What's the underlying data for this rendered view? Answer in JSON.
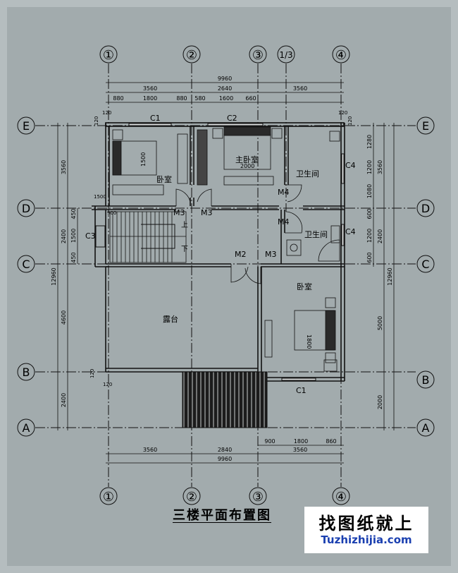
{
  "axes_columns": [
    "①",
    "②",
    "③",
    "1/3",
    "④"
  ],
  "axes_rows": [
    "E",
    "D",
    "C",
    "B",
    "A"
  ],
  "dims_top": {
    "total": "9960",
    "spans": [
      "3560",
      "2640",
      "3560"
    ],
    "details": [
      "880",
      "1800",
      "880",
      "580",
      "1600",
      "660"
    ]
  },
  "dims_bottom": {
    "total": "9960",
    "spans": [
      "3560",
      "2840",
      "3560"
    ],
    "details": [
      "900",
      "1800",
      "860"
    ]
  },
  "dims_left": {
    "total": "12960",
    "spans": [
      "3560",
      "2400",
      "4600",
      "2400"
    ],
    "details": [
      "450",
      "1500",
      "450"
    ]
  },
  "dims_right": {
    "total": "12960",
    "spans": [
      "3560",
      "2400",
      "5000",
      "2000"
    ],
    "details": [
      "1280",
      "1200",
      "1080",
      "600",
      "1200",
      "600"
    ]
  },
  "small_dims": [
    "120",
    "120",
    "120",
    "120",
    "120",
    "120",
    "1500",
    "900"
  ],
  "rooms": {
    "bedroom_nw": "卧室",
    "master_bedroom": "主卧室",
    "bathroom_ne": "卫生间",
    "bathroom_e": "卫生间",
    "bedroom_se": "卧室",
    "terrace": "露台"
  },
  "openings": [
    "C1",
    "C2",
    "C4",
    "C4",
    "C3",
    "C1",
    "M4",
    "M4",
    "M3",
    "M3",
    "M2",
    "M3"
  ],
  "stair": {
    "up": "上",
    "down": "下"
  },
  "furniture_dims": [
    "1500",
    "2000",
    "1800"
  ],
  "title": "三楼平面布置图",
  "watermark": {
    "line1": "找图纸就上",
    "line2": "Tuzhizhijia.com"
  }
}
